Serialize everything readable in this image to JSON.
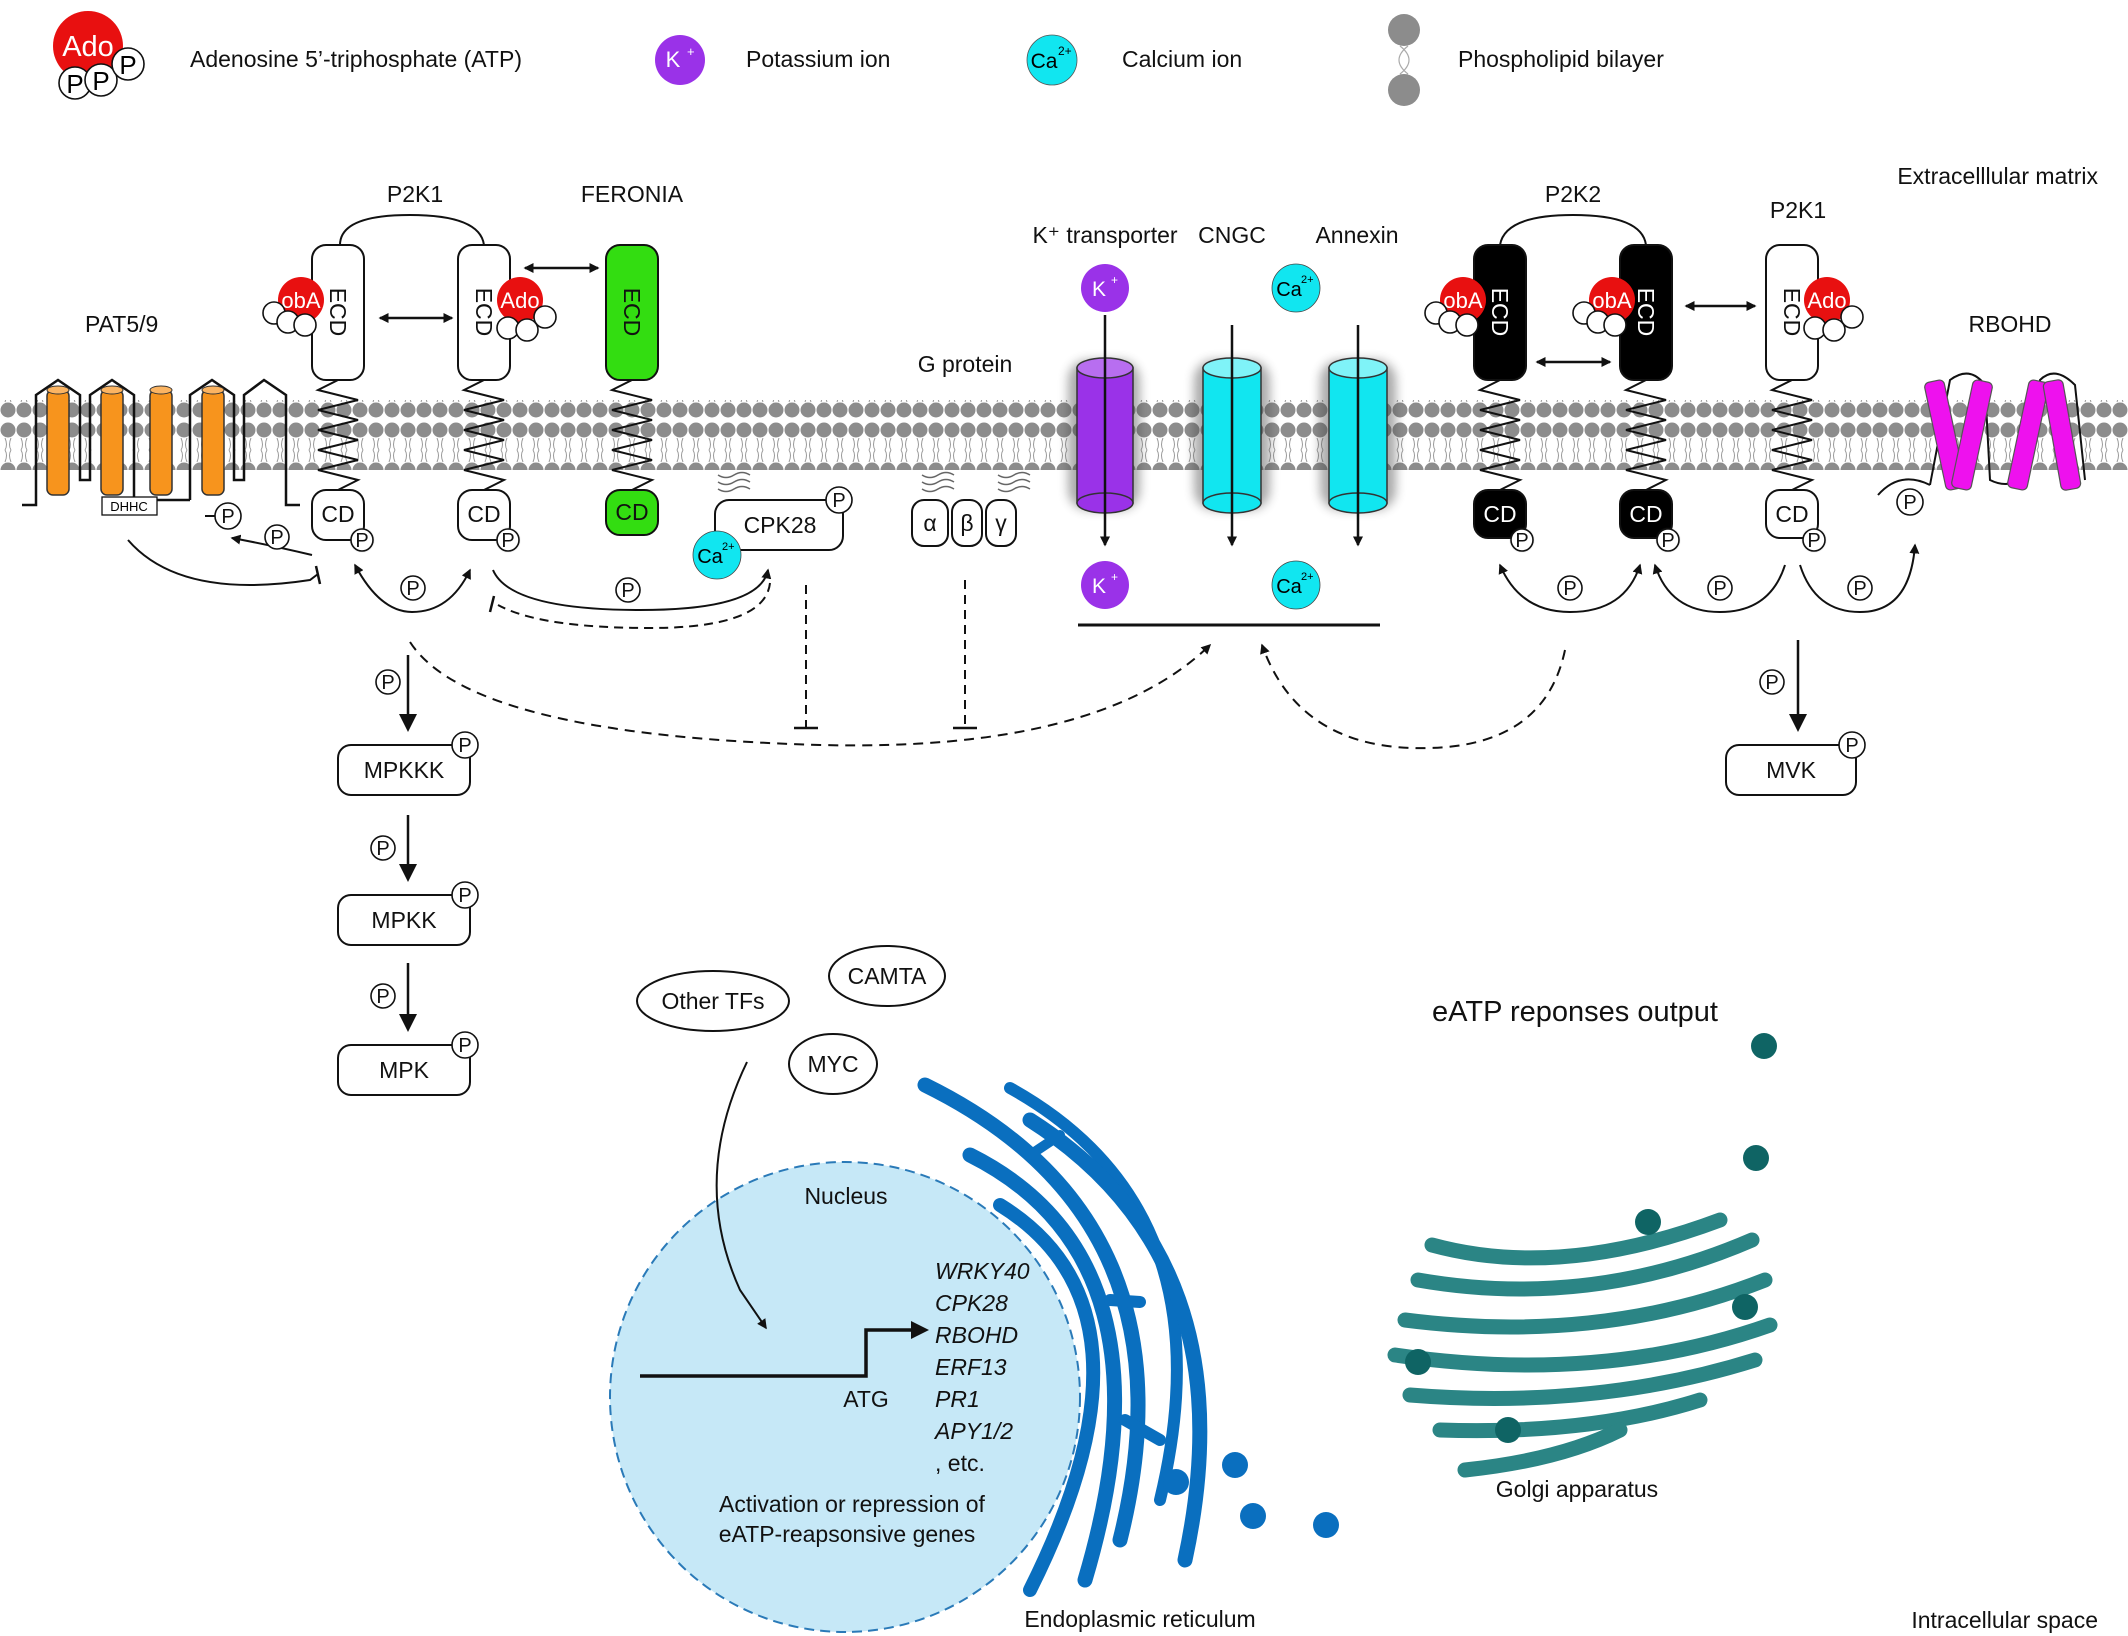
{
  "legend": {
    "atp": {
      "ado": "Ado",
      "p": "P",
      "label": "Adenosine 5’-triphosphate (ATP)"
    },
    "potassium": {
      "symbol": "K",
      "sup": "+",
      "label": "Potassium ion"
    },
    "calcium": {
      "symbol": "Ca",
      "sup": "2+",
      "label": "Calcium ion"
    },
    "bilayer": {
      "label": "Phospholipid bilayer"
    }
  },
  "compartments": {
    "extracellular": "Extracelllular matrix",
    "intracellular": "Intracellular space"
  },
  "receptors": {
    "p2k1_left": "P2K1",
    "feronia": "FERONIA",
    "p2k2": "P2K2",
    "p2k1_right": "P2K1",
    "ecd": "ECD",
    "cd": "CD",
    "oba": "obA",
    "ado": "Ado",
    "p": "P"
  },
  "membrane_proteins": {
    "pat": "PAT5/9",
    "dhhc": "DHHC",
    "k_transporter": "K⁺ transporter",
    "cngc": "CNGC",
    "annexin": "Annexin",
    "g_protein": "G protein",
    "alpha": "α",
    "beta": "β",
    "gamma": "γ",
    "cpk28": "CPK28",
    "rbohd": "RBOHD"
  },
  "ions": {
    "k": "K",
    "k_sup": "+",
    "ca": "Ca",
    "ca_sup": "2+"
  },
  "phospho": "P",
  "kinases": {
    "mpkkk": "MPKKK",
    "mpkk": "MPKK",
    "mpk": "MPK",
    "mvk": "MVK"
  },
  "nucleus": {
    "label": "Nucleus",
    "atg": "ATG",
    "genes": [
      "WRKY40",
      "CPK28",
      "RBOHD",
      "ERF13",
      "PR1",
      "APY1/2"
    ],
    "etc": ", etc.",
    "regulation_line1": "Activation or repression of",
    "regulation_line2": "eATP-reapsonsive genes"
  },
  "transcription_factors": {
    "other_tfs": "Other TFs",
    "camta": "CAMTA",
    "myc": "MYC"
  },
  "organelles": {
    "er": "Endoplasmic reticulum",
    "golgi": "Golgi apparatus",
    "output": "eATP reponses output"
  },
  "colors": {
    "ado_red": "#e81010",
    "potassium_purple": "#9a32e8",
    "calcium_cyan": "#11e6f0",
    "feronia_green": "#33dd11",
    "pat_orange": "#f7941d",
    "rbohd_magenta": "#ee11ee",
    "lipid_gray": "#8c8c8c",
    "nucleus_blue": "#c6e8f7",
    "er_blue": "#0a6fbf",
    "golgi_teal": "#2b8585",
    "golgi_dots": "#0f6464"
  }
}
